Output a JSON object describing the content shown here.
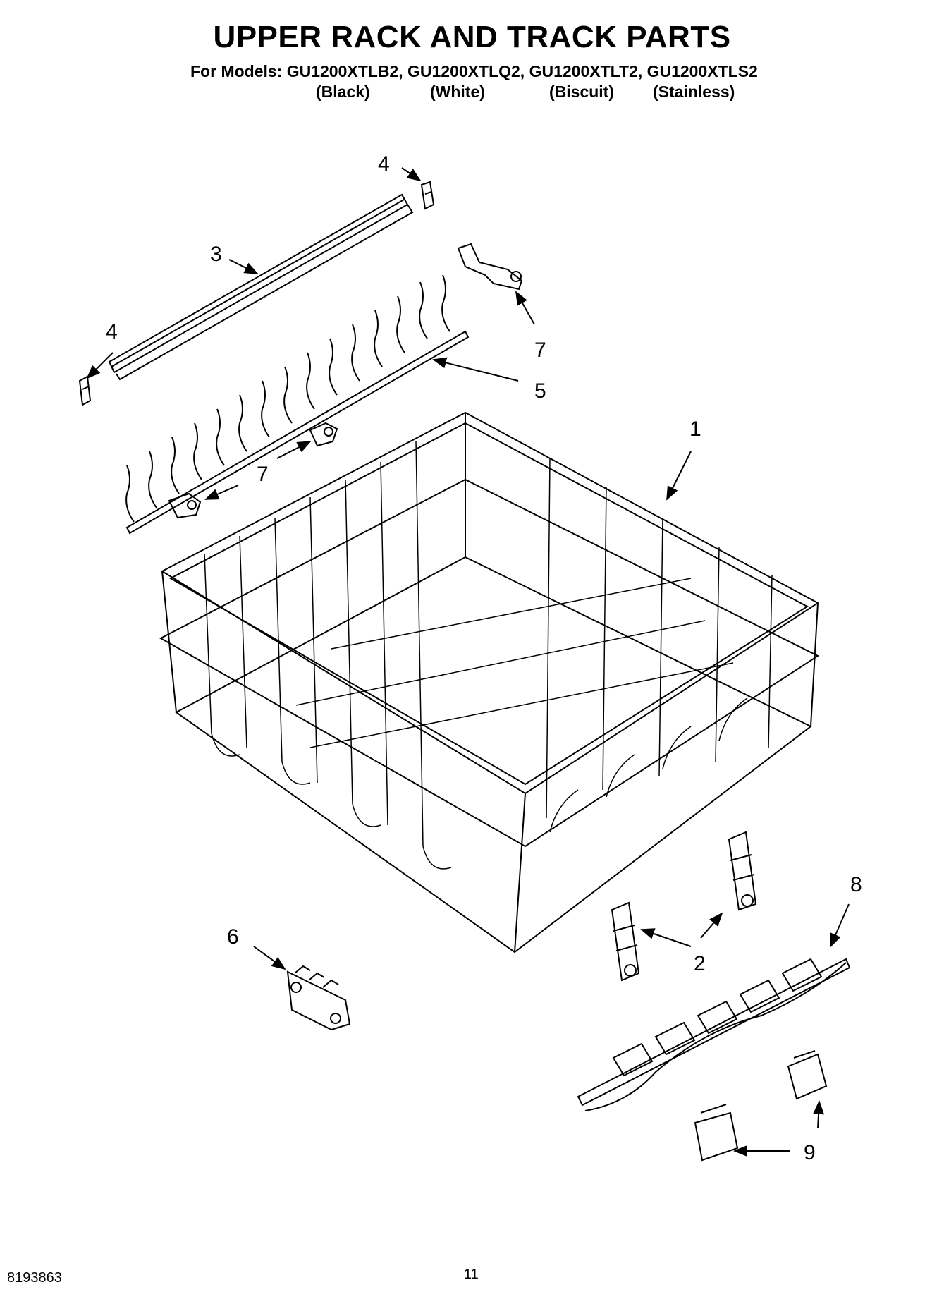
{
  "header": {
    "title": "UPPER RACK AND TRACK PARTS",
    "models_line": "For Models: GU1200XTLB2, GU1200XTLQ2, GU1200XTLT2, GU1200XTLS2",
    "colors": [
      "(Black)",
      "(White)",
      "(Biscuit)",
      "(Stainless)"
    ]
  },
  "callouts": [
    "1",
    "2",
    "2",
    "3",
    "4",
    "4",
    "5",
    "6",
    "7",
    "7",
    "8",
    "9"
  ],
  "footer": {
    "doc_number": "8193863",
    "page_number": "11"
  }
}
